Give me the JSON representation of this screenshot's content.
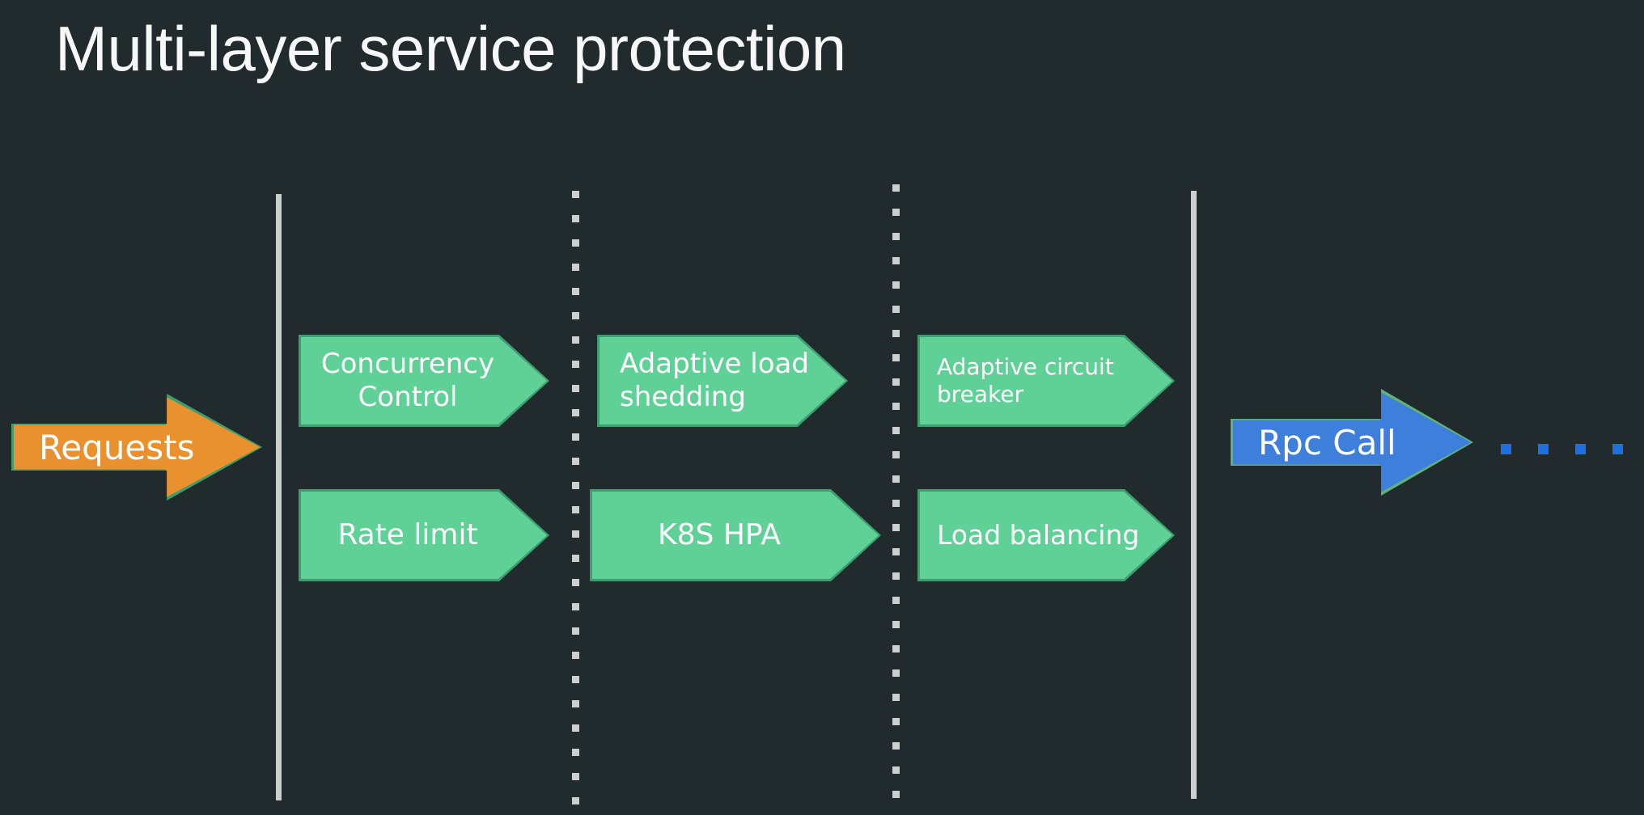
{
  "slide": {
    "title": "Multi-layer service protection",
    "background_color": "#212a2c",
    "title_color": "#f6f7f7"
  },
  "colors": {
    "green_fill": "#5fd096",
    "green_border": "#3f9e6f",
    "orange_fill": "#e8912e",
    "orange_border": "#3f9e6f",
    "blue_fill": "#3d7fdb",
    "blue_border": "#62b276",
    "line_gray": "#cdcfcf",
    "dot_blue": "#1f6fe0"
  },
  "entry": {
    "label": "Requests",
    "fill": "#e8912e",
    "border": "#3f9e6f"
  },
  "exit": {
    "label": "Rpc Call",
    "fill": "#3d7fdb",
    "border": "#62b276"
  },
  "boundaries": [
    {
      "name": "left-solid-line",
      "style": "solid"
    },
    {
      "name": "divider-1-dotted",
      "style": "dotted"
    },
    {
      "name": "divider-2-dotted",
      "style": "dotted"
    },
    {
      "name": "right-solid-line",
      "style": "solid"
    }
  ],
  "stages": [
    {
      "name": "stage-1",
      "top": "Concurrency\nControl",
      "bottom": "Rate limit",
      "top_align": "center",
      "bottom_align": "center"
    },
    {
      "name": "stage-2",
      "top": "Adaptive load\nshedding",
      "bottom": "K8S HPA",
      "top_align": "left",
      "bottom_align": "center"
    },
    {
      "name": "stage-3",
      "top": "Adaptive circuit\nbreaker",
      "bottom": "Load balancing",
      "top_align": "left",
      "bottom_align": "left"
    }
  ],
  "trailing_dots": {
    "name": "continuation-dots",
    "count": 4,
    "color": "#1f6fe0"
  }
}
